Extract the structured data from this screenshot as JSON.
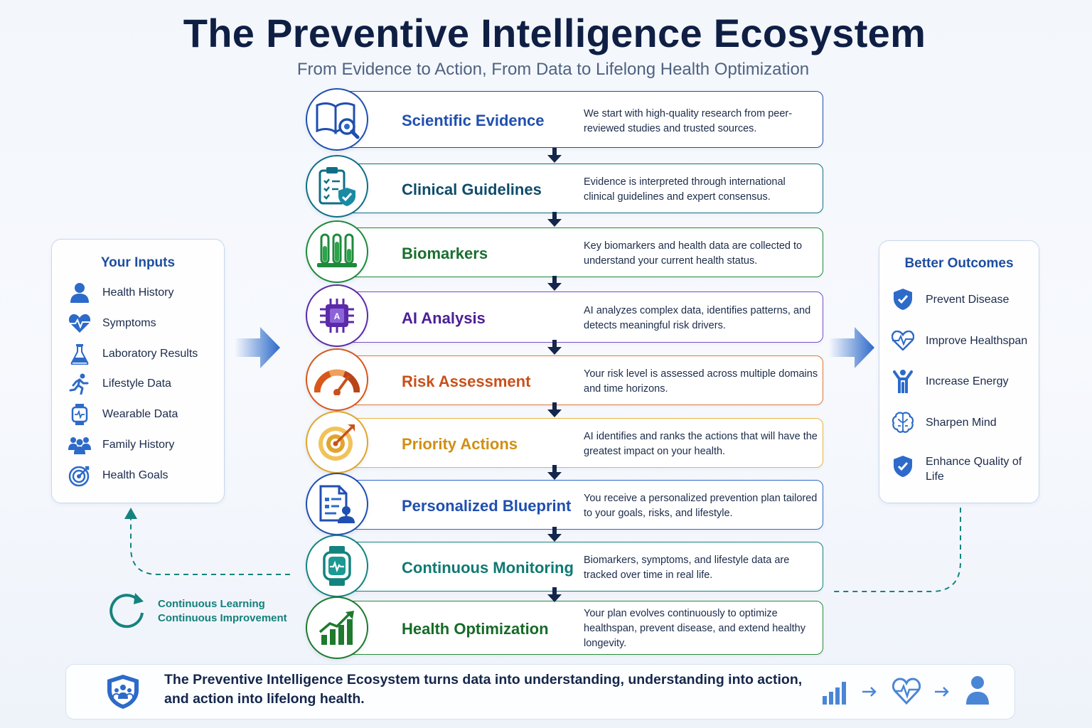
{
  "header": {
    "title": "The Preventive Intelligence Ecosystem",
    "subtitle": "From Evidence to Action, From Data to Lifelong Health Optimization"
  },
  "inputs": {
    "title": "Your Inputs",
    "items": [
      {
        "label": "Health History",
        "icon": "person-icon"
      },
      {
        "label": "Symptoms",
        "icon": "heartbeat-icon"
      },
      {
        "label": "Laboratory Results",
        "icon": "flask-icon"
      },
      {
        "label": "Lifestyle Data",
        "icon": "running-icon"
      },
      {
        "label": "Wearable Data",
        "icon": "smartwatch-icon"
      },
      {
        "label": "Family History",
        "icon": "family-icon"
      },
      {
        "label": "Health Goals",
        "icon": "target-icon"
      }
    ]
  },
  "outcomes": {
    "title": "Better Outcomes",
    "items": [
      {
        "label": "Prevent Disease",
        "icon": "shield-check-icon"
      },
      {
        "label": "Improve Healthspan",
        "icon": "heartbeat-icon"
      },
      {
        "label": "Increase Energy",
        "icon": "person-energy-icon"
      },
      {
        "label": "Sharpen Mind",
        "icon": "brain-icon"
      },
      {
        "label": "Enhance Quality of Life",
        "icon": "shield-check-icon"
      }
    ]
  },
  "steps": [
    {
      "title": "Scientific Evidence",
      "desc": "We start with high-quality research from peer-reviewed studies and trusted sources.",
      "color": "#1f4fb0",
      "icon": "book-search-icon"
    },
    {
      "title": "Clinical Guidelines",
      "desc": "Evidence is interpreted through international clinical guidelines and expert consensus.",
      "color": "#0f6e86",
      "icon": "clipboard-shield-icon"
    },
    {
      "title": "Biomarkers",
      "desc": "Key biomarkers and health data are collected to understand your current health status.",
      "color": "#1e8a3c",
      "icon": "test-tubes-icon"
    },
    {
      "title": "AI Analysis",
      "desc": "AI analyzes complex data, identifies patterns, and detects meaningful risk drivers.",
      "color": "#5b2aa8",
      "icon": "ai-chip-icon"
    },
    {
      "title": "Risk Assessment",
      "desc": "Your risk level is assessed across multiple domains and time horizons.",
      "color": "#d8581a",
      "icon": "gauge-icon"
    },
    {
      "title": "Priority Actions",
      "desc": "AI identifies and ranks the actions that will have the greatest impact on your health.",
      "color": "#d99a1c",
      "icon": "target-arrow-icon"
    },
    {
      "title": "Personalized Blueprint",
      "desc": "You receive a personalized prevention plan tailored to your goals, risks, and lifestyle.",
      "color": "#1f4fb0",
      "icon": "document-person-icon"
    },
    {
      "title": "Continuous Monitoring",
      "desc": "Biomarkers, symptoms, and lifestyle data are tracked over time in real life.",
      "color": "#14837e",
      "icon": "watch-monitor-icon"
    },
    {
      "title": "Health Optimization",
      "desc": "Your plan evolves continuously to optimize healthspan, prevent disease, and extend healthy longevity.",
      "color": "#1e7a2e",
      "icon": "growth-chart-icon"
    }
  ],
  "loop": {
    "line1": "Continuous Learning",
    "line2": "Continuous Improvement"
  },
  "footer": {
    "text": "The Preventive Intelligence Ecosystem turns data into understanding, understanding into action, and action into lifelong health.",
    "icons": [
      "shield-people-icon",
      "bar-chart-icon",
      "heartbeat-icon",
      "person-icon"
    ]
  }
}
